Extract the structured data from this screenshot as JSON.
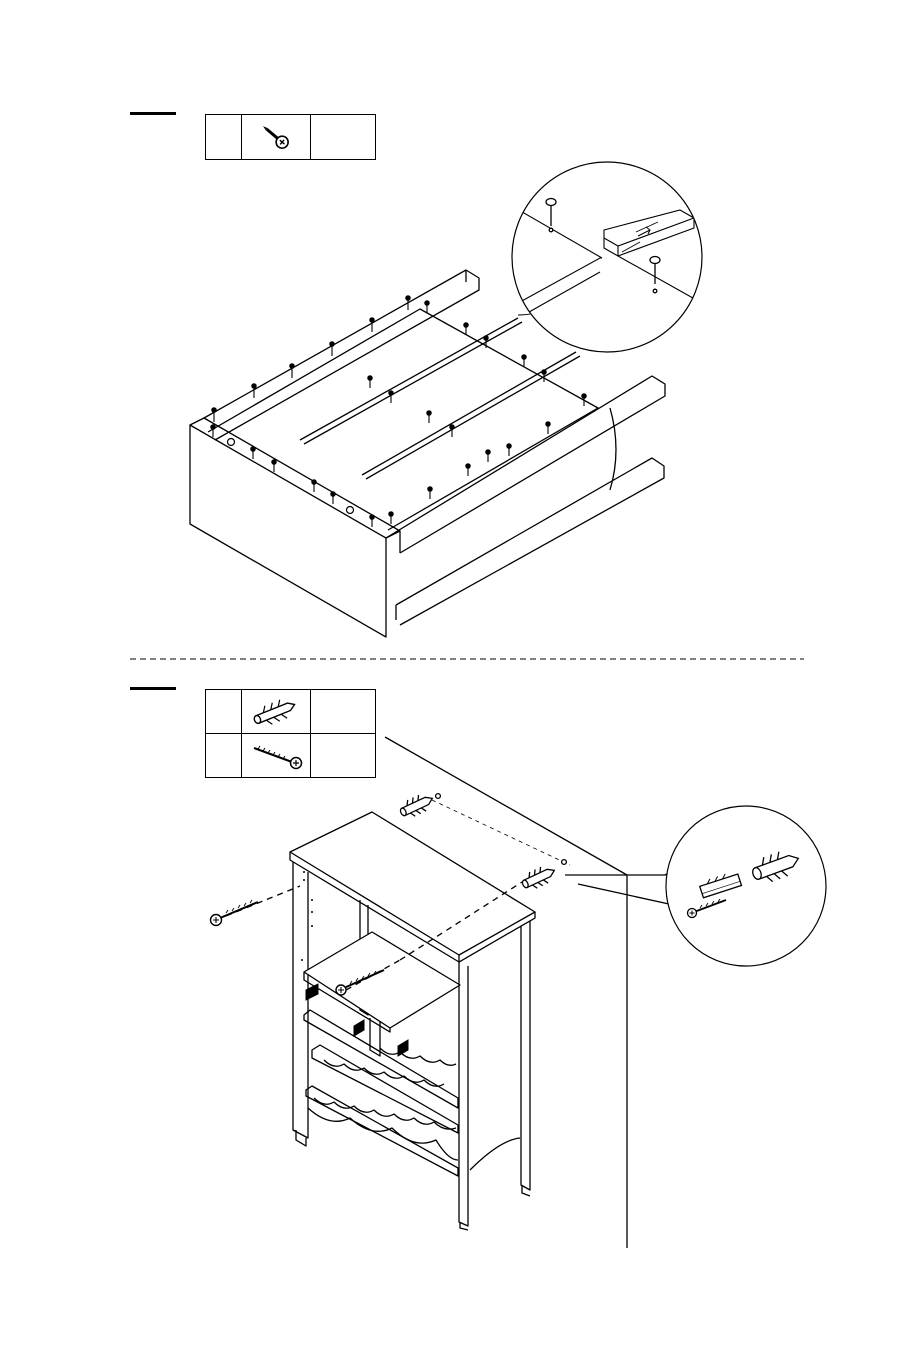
{
  "page": {
    "background": "#ffffff",
    "line_color": "#000000"
  },
  "steps": [
    {
      "id": "step-a",
      "hardware": [
        {
          "icon": "screw-icon",
          "count": ""
        }
      ],
      "detail": {
        "icon": "screw-insert-detail-icon"
      }
    },
    {
      "id": "step-b",
      "hardware": [
        {
          "icon": "wall-anchor-icon",
          "count": ""
        },
        {
          "icon": "long-screw-icon",
          "count": ""
        }
      ],
      "detail": {
        "icon": "anchor-screw-detail-icon"
      }
    }
  ],
  "divider": {
    "style": "dashed"
  }
}
